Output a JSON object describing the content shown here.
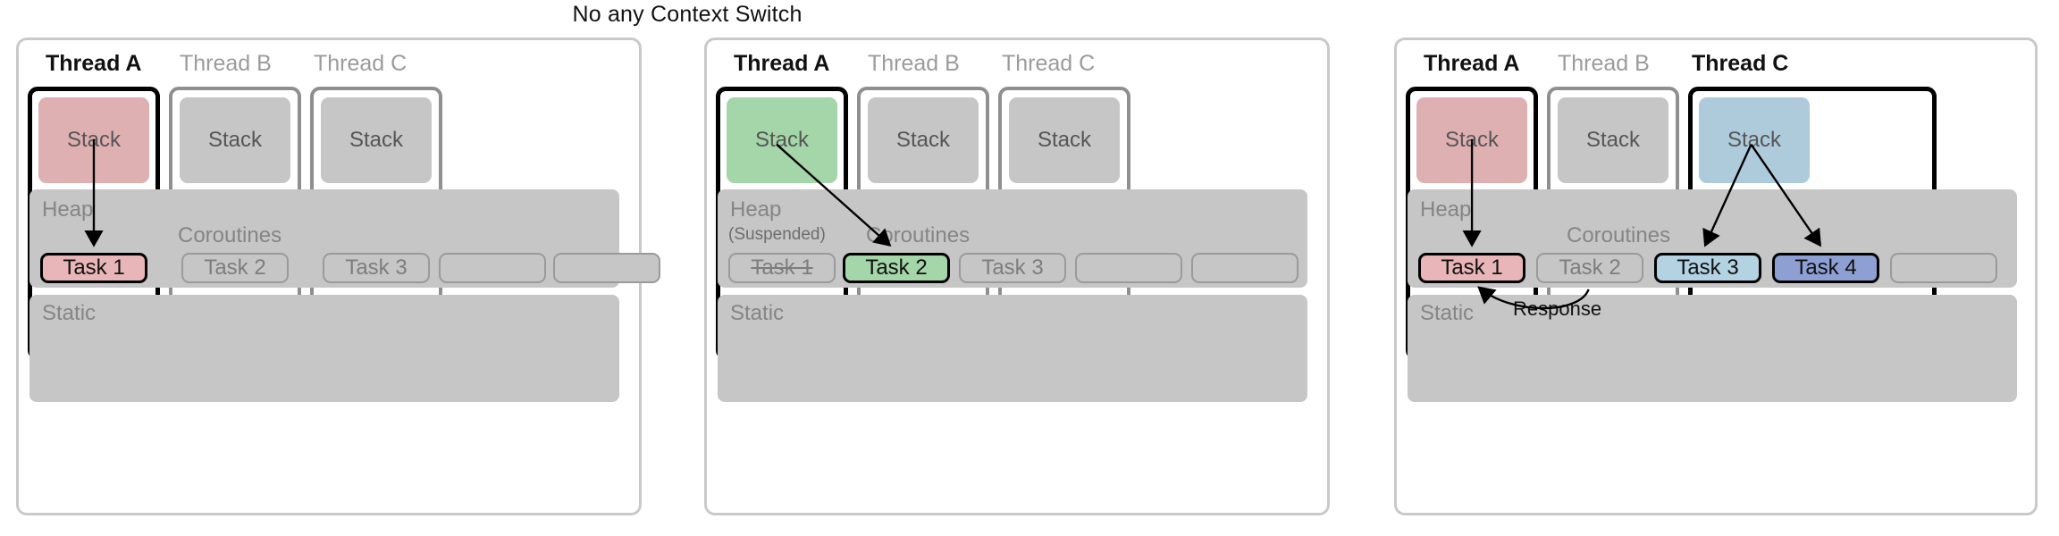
{
  "title": "No any Context Switch",
  "colors": {
    "stack_idle": "#c6c6c6",
    "stack_red": "#dfb0b2",
    "stack_green": "#a4d6a9",
    "stack_blue": "#aecbdb",
    "task_red": "#e8b6b8",
    "task_green": "#a4d6a9",
    "task_blue": "#b3d2e2",
    "task_indigo": "#8e9fd4",
    "heap": "#c6c6c6",
    "panel_border": "#c9c9c9",
    "bracket_active": "#000000",
    "bracket_idle": "#8f8f8f",
    "muted_text": "#9b9b9b",
    "label_text": "#858585"
  },
  "labels": {
    "heap": "Heap",
    "coroutines": "Coroutines",
    "static": "Static",
    "stack": "Stack",
    "suspended": "(Suspended)",
    "response": "Response"
  },
  "panels": [
    {
      "id": "panel-1",
      "threads": [
        {
          "name": "Thread A",
          "active": true,
          "stack_color": "#dfb0b2"
        },
        {
          "name": "Thread B",
          "active": false,
          "stack_color": "#c6c6c6"
        },
        {
          "name": "Thread C",
          "active": false,
          "stack_color": "#c6c6c6"
        }
      ],
      "tasks": [
        {
          "label": "Task 1",
          "state": "highlight",
          "color": "#e8b6b8"
        },
        {
          "label": "Task 2",
          "state": "plain",
          "color": "#c6c6c6"
        },
        {
          "label": "Task 3",
          "state": "plain",
          "color": "#c6c6c6"
        },
        {
          "label": "",
          "state": "empty",
          "color": "#c6c6c6"
        },
        {
          "label": "",
          "state": "empty",
          "color": "#c6c6c6"
        }
      ],
      "suspended_note": "",
      "response_note": ""
    },
    {
      "id": "panel-2",
      "threads": [
        {
          "name": "Thread A",
          "active": true,
          "stack_color": "#a4d6a9"
        },
        {
          "name": "Thread B",
          "active": false,
          "stack_color": "#c6c6c6"
        },
        {
          "name": "Thread C",
          "active": false,
          "stack_color": "#c6c6c6"
        }
      ],
      "tasks": [
        {
          "label": "Task 1",
          "state": "struck",
          "color": "#c6c6c6"
        },
        {
          "label": "Task 2",
          "state": "highlight",
          "color": "#a4d6a9"
        },
        {
          "label": "Task 3",
          "state": "plain",
          "color": "#c6c6c6"
        },
        {
          "label": "",
          "state": "empty",
          "color": "#c6c6c6"
        },
        {
          "label": "",
          "state": "empty",
          "color": "#c6c6c6"
        }
      ],
      "suspended_note": "(Suspended)",
      "response_note": ""
    },
    {
      "id": "panel-3",
      "threads": [
        {
          "name": "Thread A",
          "active": true,
          "stack_color": "#dfb0b2"
        },
        {
          "name": "Thread B",
          "active": false,
          "stack_color": "#c6c6c6"
        },
        {
          "name": "Thread C",
          "active": true,
          "stack_color": "#aecbdb"
        }
      ],
      "tasks": [
        {
          "label": "Task 1",
          "state": "highlight",
          "color": "#e8b6b8"
        },
        {
          "label": "Task 2",
          "state": "plain",
          "color": "#c6c6c6"
        },
        {
          "label": "Task 3",
          "state": "highlight",
          "color": "#b3d2e2"
        },
        {
          "label": "Task 4",
          "state": "highlight",
          "color": "#8e9fd4"
        },
        {
          "label": "",
          "state": "empty",
          "color": "#c6c6c6"
        }
      ],
      "suspended_note": "",
      "response_note": "Response"
    }
  ]
}
